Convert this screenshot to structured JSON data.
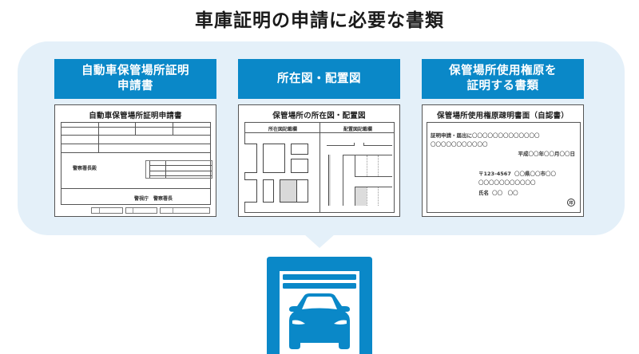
{
  "title": "車庫証明の申請に必要な書類",
  "colors": {
    "accent": "#0a88c8",
    "bubble_bg": "#e4f0f9",
    "doc_border": "#555555",
    "gray_fill": "#d9d9d9"
  },
  "columns": [
    {
      "header": "自動車保管場所証明\n申請書",
      "doc": {
        "title": "自動車保管場所証明申請書",
        "addressee": "警察署長殿",
        "issuer": "警視庁　警察署長"
      }
    },
    {
      "header": "所在図・配置図",
      "doc": {
        "title": "保管場所の所在図・配置図",
        "left_label": "所在図記載欄",
        "right_label": "配置図記載欄"
      }
    },
    {
      "header": "保管場所使用権原を\n証明する書類",
      "doc": {
        "title": "保管場所使用権原疎明書面（自認書）",
        "line1_label": "証明申請・届出に",
        "line1_fill": "〇〇〇〇〇〇〇〇〇〇〇〇〇",
        "line2_fill": "〇〇〇〇〇〇〇〇〇〇〇",
        "date_era": "平成",
        "date_fill": "〇〇",
        "date_year": "年",
        "date_month": "月",
        "date_day": "日",
        "postal": "〒123-4567",
        "addr_fill": "〇〇",
        "addr_pref": "県",
        "addr_city": "市",
        "addr_line2": "〇〇〇〇〇〇〇〇〇〇〇",
        "name_label": "氏名",
        "name_fill": "〇〇　〇〇",
        "seal": "印"
      }
    }
  ],
  "icon": {
    "name": "garage-car-icon"
  }
}
